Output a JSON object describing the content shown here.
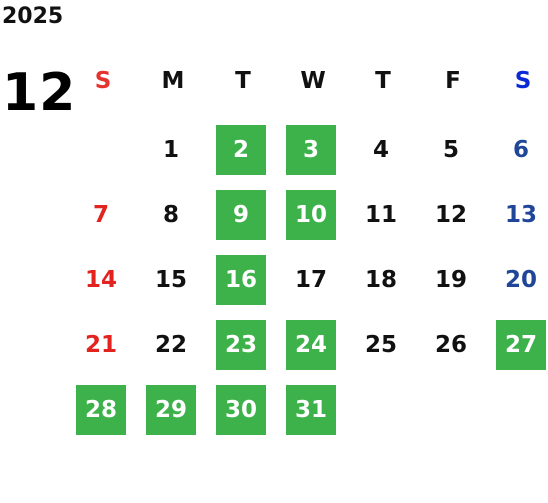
{
  "year": "2025",
  "month": "12",
  "weekdays": [
    {
      "label": "S",
      "color": "#e53330"
    },
    {
      "label": "M",
      "color": "#111111"
    },
    {
      "label": "T",
      "color": "#111111"
    },
    {
      "label": "W",
      "color": "#111111"
    },
    {
      "label": "T",
      "color": "#111111"
    },
    {
      "label": "F",
      "color": "#111111"
    },
    {
      "label": "S",
      "color": "#0a2ad6"
    }
  ],
  "colors": {
    "highlight": "#3db24a",
    "sunday": "#e3231f",
    "saturday": "#1f4699",
    "weekday": "#111111"
  },
  "weeks": [
    [
      null,
      {
        "day": "1"
      },
      {
        "day": "2",
        "highlighted": true
      },
      {
        "day": "3",
        "highlighted": true
      },
      {
        "day": "4"
      },
      {
        "day": "5"
      },
      {
        "day": "6"
      }
    ],
    [
      {
        "day": "7"
      },
      {
        "day": "8"
      },
      {
        "day": "9",
        "highlighted": true
      },
      {
        "day": "10",
        "highlighted": true
      },
      {
        "day": "11"
      },
      {
        "day": "12"
      },
      {
        "day": "13"
      }
    ],
    [
      {
        "day": "14"
      },
      {
        "day": "15"
      },
      {
        "day": "16",
        "highlighted": true
      },
      {
        "day": "17"
      },
      {
        "day": "18"
      },
      {
        "day": "19"
      },
      {
        "day": "20"
      }
    ],
    [
      {
        "day": "21"
      },
      {
        "day": "22"
      },
      {
        "day": "23",
        "highlighted": true
      },
      {
        "day": "24",
        "highlighted": true
      },
      {
        "day": "25"
      },
      {
        "day": "26"
      },
      {
        "day": "27",
        "highlighted": true
      }
    ],
    [
      {
        "day": "28",
        "highlighted": true
      },
      {
        "day": "29",
        "highlighted": true
      },
      {
        "day": "30",
        "highlighted": true
      },
      {
        "day": "31",
        "highlighted": true
      },
      null,
      null,
      null
    ]
  ]
}
